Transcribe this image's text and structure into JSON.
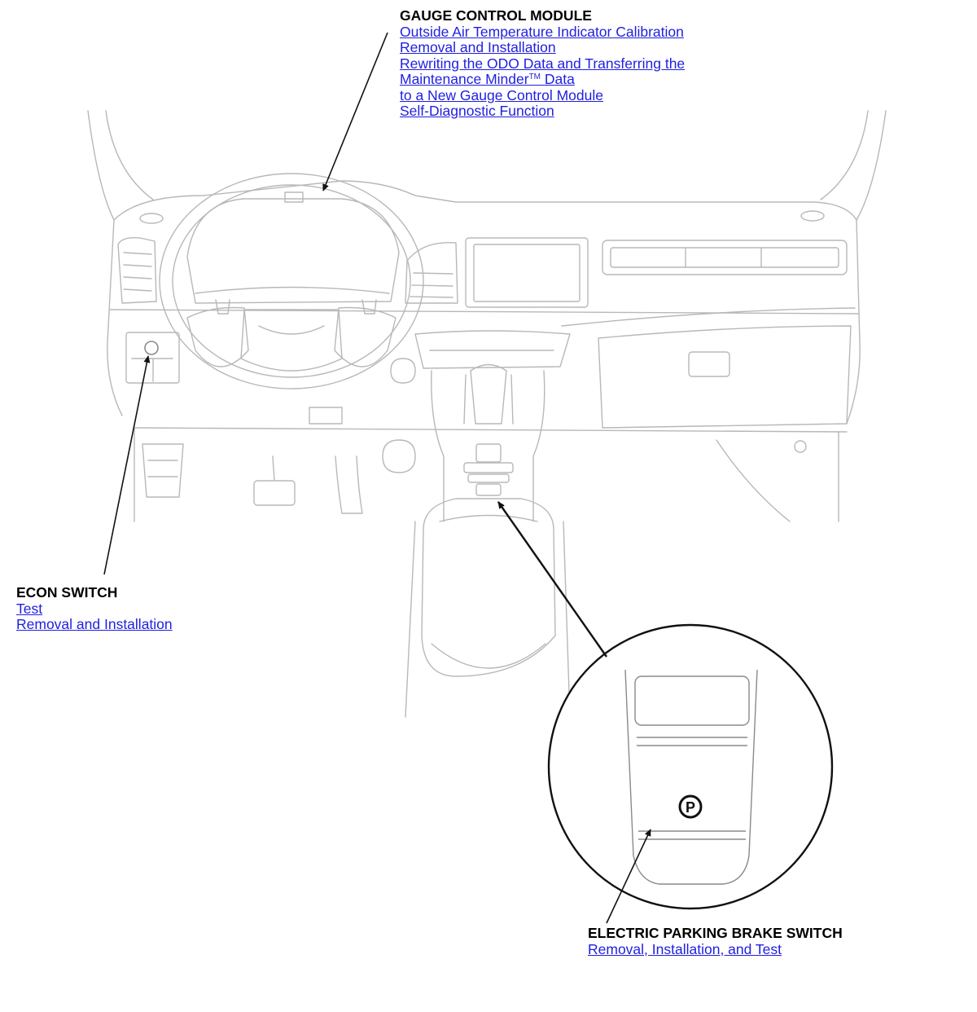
{
  "colors": {
    "link": "#1f1fe0",
    "ink": "#000000",
    "linework": "#b8b8b8",
    "callout_line": "#111111"
  },
  "gauge_control_module": {
    "title": "GAUGE CONTROL MODULE",
    "links": [
      "Outside Air Temperature Indicator Calibration",
      "Removal and Installation",
      "Rewriting the ODO Data and Transferring the",
      "Maintenance Minder",
      "to a New Gauge Control Module",
      "Self-Diagnostic Function"
    ],
    "trademark": "TM",
    "link_suffix": "Data"
  },
  "econ_switch": {
    "title": "ECON SWITCH",
    "links": [
      "Test",
      "Removal and Installation"
    ]
  },
  "electric_parking_brake_switch": {
    "title": "ELECTRIC PARKING BRAKE SWITCH",
    "links": [
      "Removal, Installation, and Test"
    ]
  },
  "illustration": {
    "parking_symbol": "P"
  }
}
